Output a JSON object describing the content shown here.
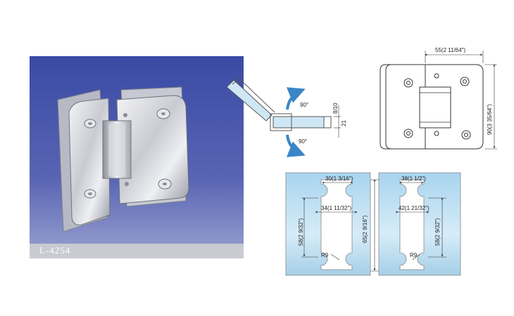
{
  "product": {
    "model_label": "L-4254"
  },
  "swing_diagram": {
    "angle_up": "90°",
    "angle_down": "90°",
    "dim_a": "8/10",
    "dim_b": "21"
  },
  "front_view": {
    "width_dim": "55(2 11/64\")",
    "height_dim": "90(3 35/64\")"
  },
  "glass_cutout": {
    "left": {
      "top_width": "30(1 3/16\")",
      "inner_width": "34(1 11/32\")",
      "height": "58(2 9/32\")",
      "radius": "R9"
    },
    "center_height": "65(2 9/16\")",
    "right": {
      "top_width": "38(1 1/2\")",
      "inner_width": "42(1 21/32\")",
      "height": "58(2 9/32\")",
      "radius": "R9"
    }
  },
  "colors": {
    "photo_bg_top": "#3f4fa6",
    "photo_bg_bottom": "#8e96c8",
    "glass_blue": "#bcdff2",
    "arrow_blue": "#3a86c8"
  }
}
